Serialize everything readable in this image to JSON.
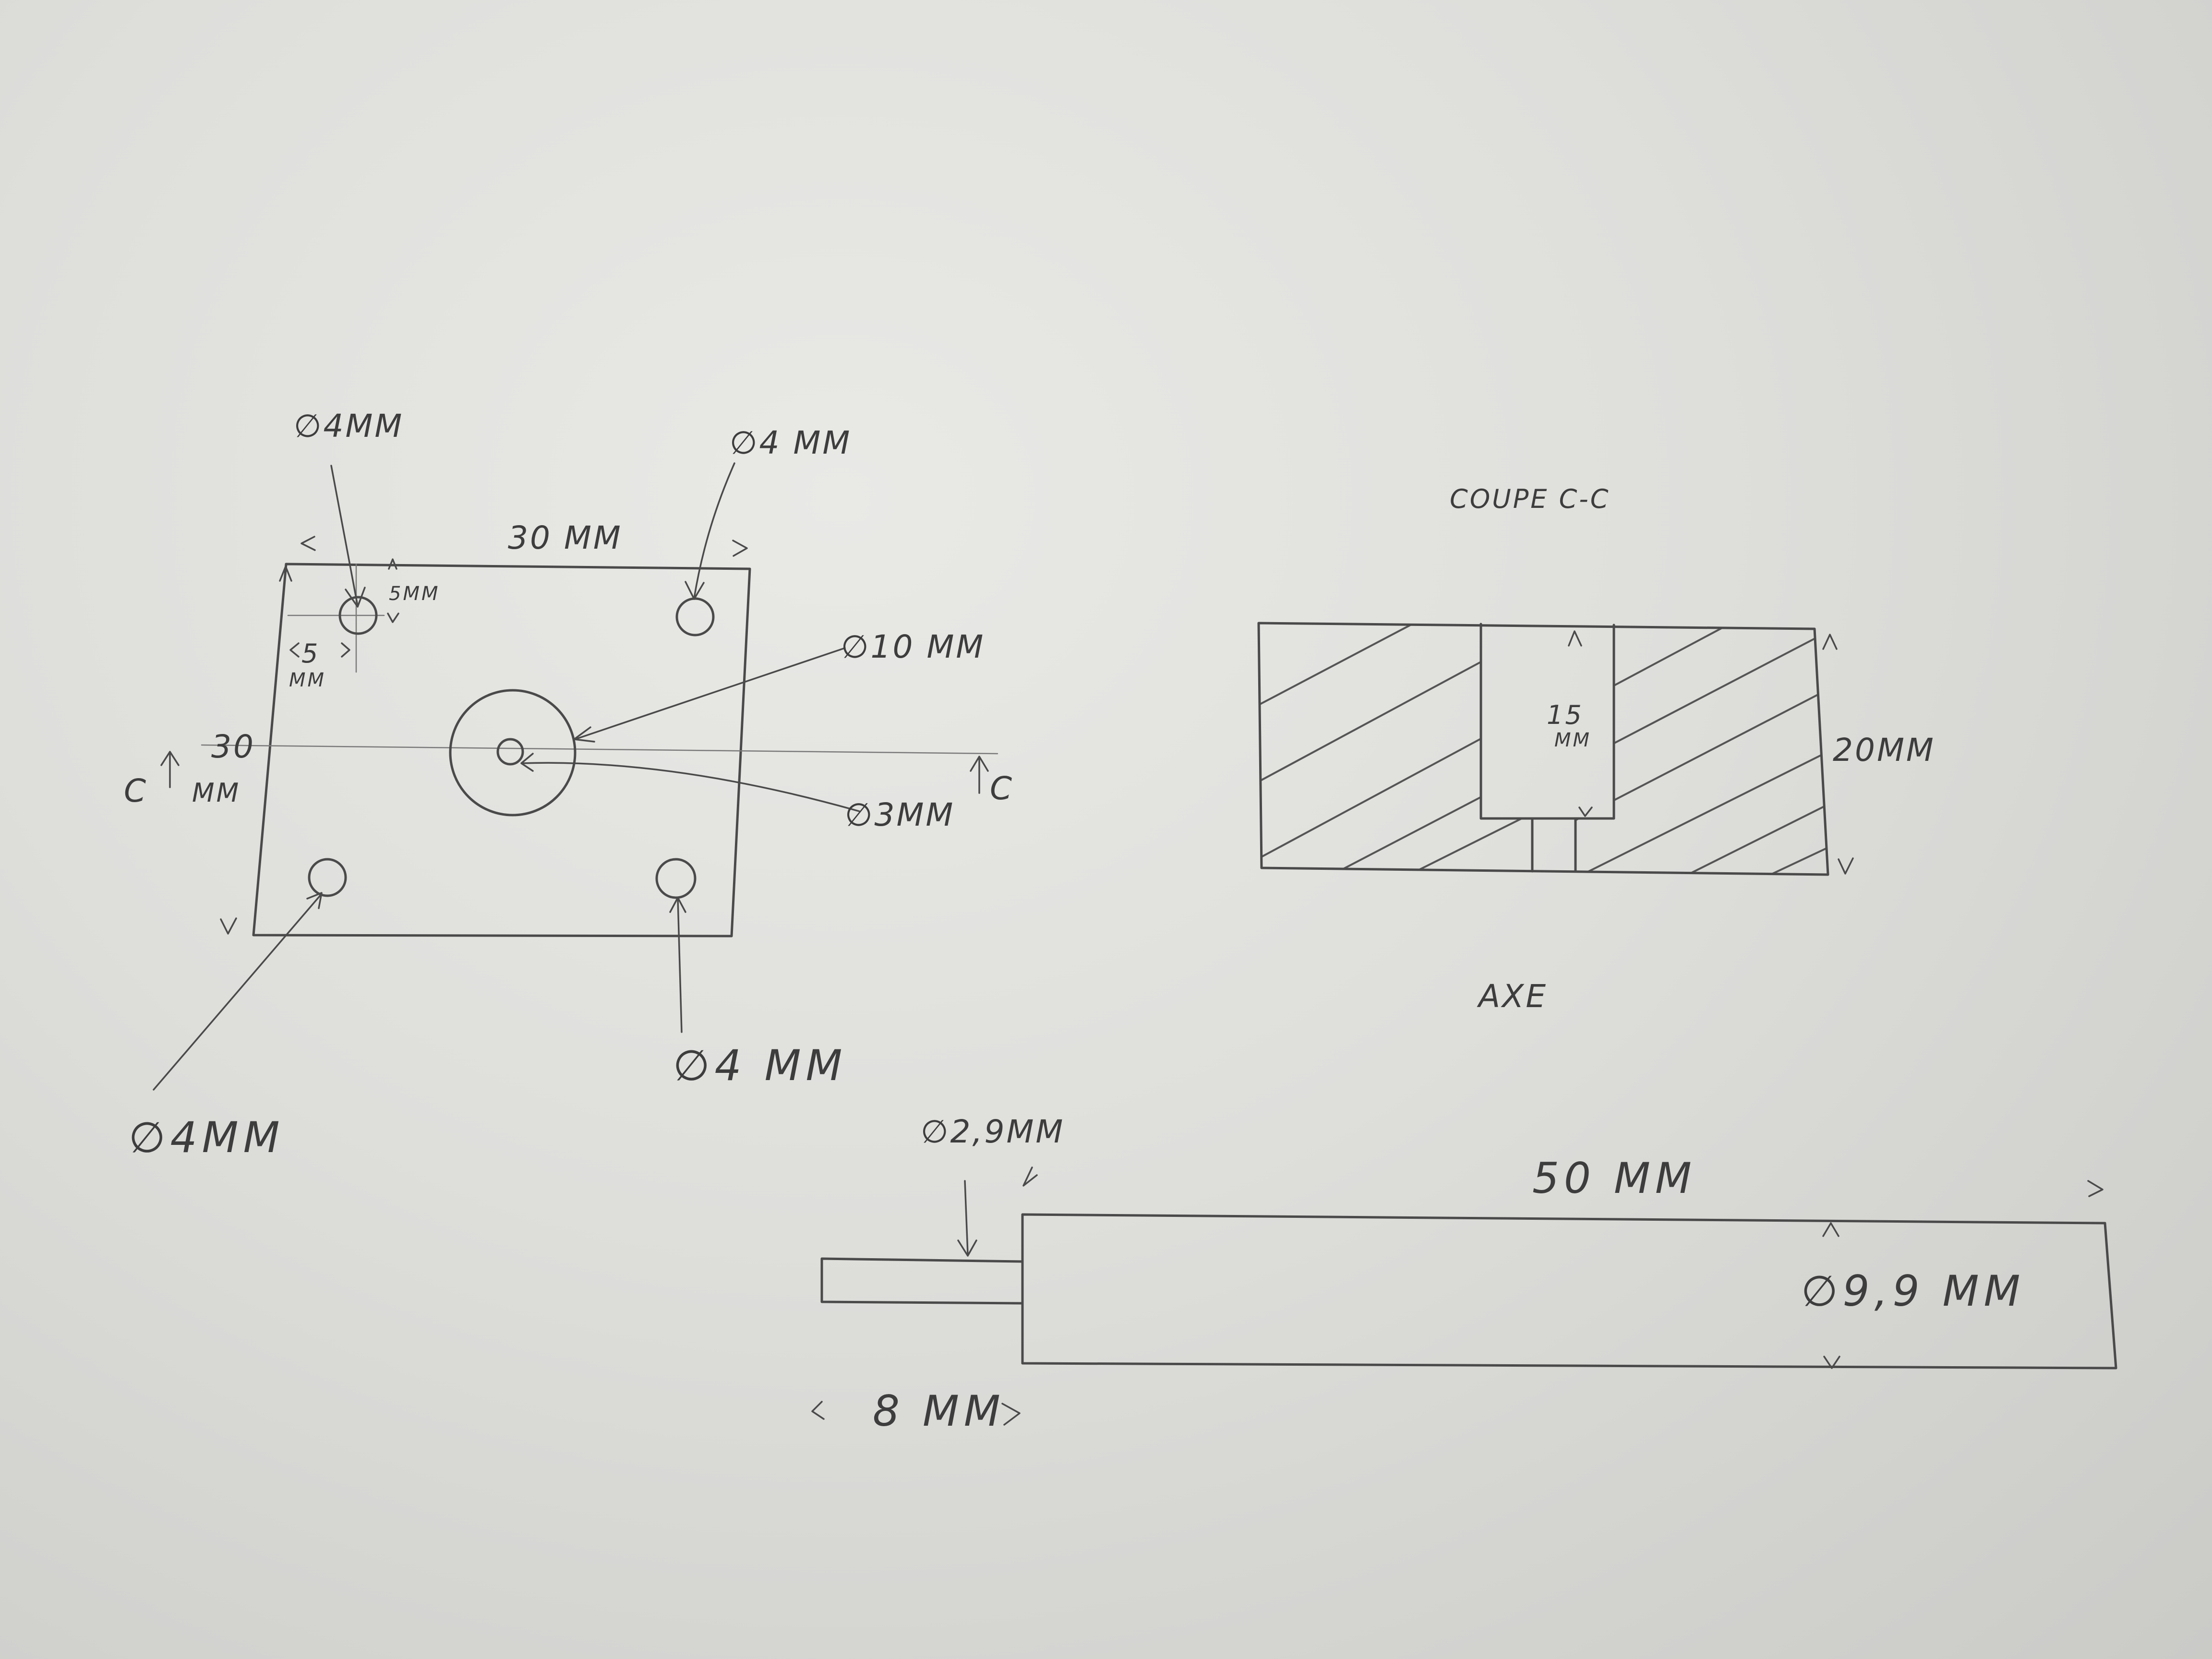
{
  "plate_view": {
    "hole_top_left": "∅4MM",
    "hole_top_right": "∅4 MM",
    "hole_bottom_left": "∅4MM",
    "hole_bottom_right": "∅4 MM",
    "width": "30 MM",
    "height_value": "30",
    "height_unit": "MM",
    "hole_offset_y": "5MM",
    "hole_offset_x": "5",
    "hole_offset_x_unit": "MM",
    "center_bore": "∅10 MM",
    "center_hole": "∅3MM",
    "section_marker_left": "C",
    "section_marker_right": "C"
  },
  "section_view": {
    "title": "COUPE C-C",
    "pocket_depth_value": "15",
    "pocket_depth_unit": "MM",
    "thickness": "20MM"
  },
  "axle_view": {
    "title": "AXE",
    "pin_diameter": "∅2,9MM",
    "length": "50 MM",
    "body_diameter": "∅9,9 MM",
    "pin_length": "8 MM"
  }
}
